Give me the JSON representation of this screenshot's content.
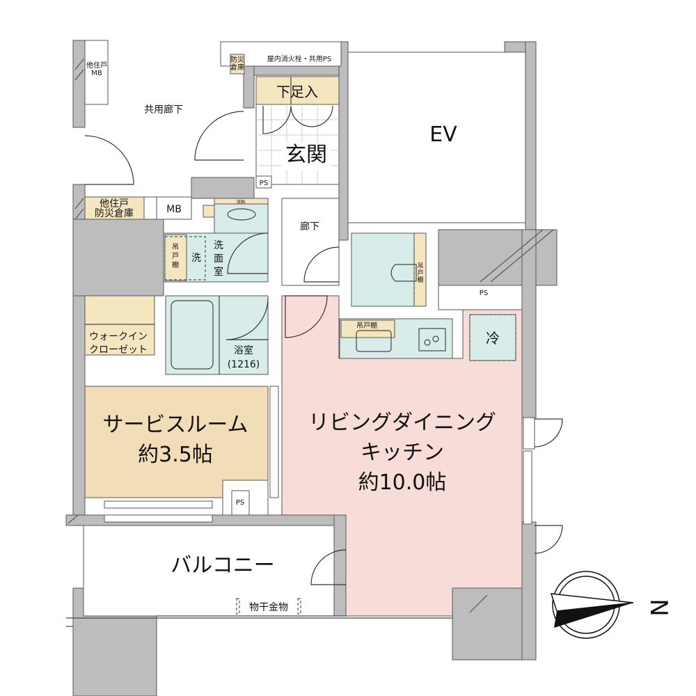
{
  "floorplan": {
    "rooms": {
      "common_corridor": "共用廊下",
      "other_mb": [
        "他住戸",
        "MB"
      ],
      "disaster_storage": [
        "防災",
        "倉庫"
      ],
      "hydrant_ps": "屋内消火栓・共用PS",
      "shoe_storage": "下足入",
      "entrance": "玄関",
      "ev": "EV",
      "ps": "PS",
      "other_disaster_storage": [
        "他住戸",
        "防災倉庫"
      ],
      "mb": "MB",
      "storage_small": "収納",
      "hallway": "廊下",
      "washroom": [
        "洗",
        "面",
        "室"
      ],
      "hanging_cabinet_v": [
        "吊",
        "戸",
        "棚"
      ],
      "washer": "洗",
      "hanging_cabinet": "吊戸棚",
      "fridge": "冷",
      "walk_in_closet": [
        "ウォークイン",
        "クローゼット"
      ],
      "bathroom": "浴室",
      "bath_size": "(1216)",
      "service_room": "サービスルーム",
      "service_room_size": "約3.5帖",
      "ldk_line1": "リビングダイニング",
      "ldk_line2": "キッチン",
      "ldk_size": "約10.0帖",
      "balcony": "バルコニー",
      "drying_hardware": "物干金物"
    },
    "compass": {
      "label": "N",
      "icon": "north-arrow-icon"
    },
    "colors": {
      "wall": "#bdbdbd",
      "storage": "#f4e6bf",
      "service_room": "#f1ddb8",
      "wet_area": "#d8ecea",
      "ldk": "#f8dcd8"
    }
  }
}
